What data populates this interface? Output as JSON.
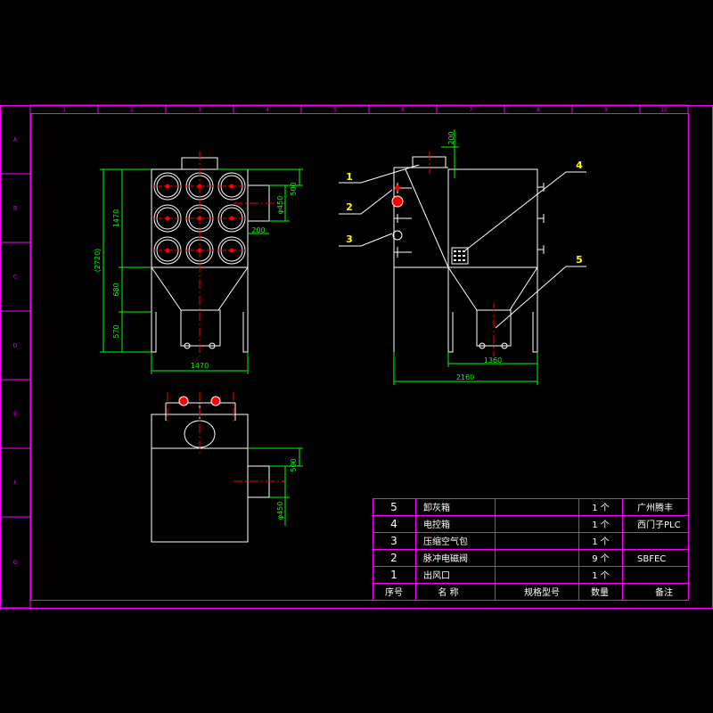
{
  "grid": {
    "columns": [
      "1",
      "2",
      "3",
      "4",
      "5",
      "6",
      "7",
      "8",
      "9",
      "10"
    ],
    "rows": [
      "A",
      "B",
      "C",
      "D",
      "E",
      "F",
      "G"
    ]
  },
  "dimensions": {
    "front_top_outlet": "500",
    "front_outlet_dia": "φ450",
    "front_box_height": "1470",
    "front_overall": "(2720)",
    "front_hopper_height": "680",
    "front_leg_height": "570",
    "front_offset": "200",
    "front_width": "1470",
    "side_top": "200",
    "side_inner_width": "1360",
    "side_overall_width": "2160",
    "plan_outlet_offset": "500",
    "plan_outlet_dia": "φ450"
  },
  "callouts": [
    "1",
    "2",
    "3",
    "4",
    "5"
  ],
  "parts_table": {
    "header": {
      "no": "序号",
      "name": "名 称",
      "spec": "规格型号",
      "qty": "数量",
      "note": "备注"
    },
    "rows": [
      {
        "no": "5",
        "name": "卸灰箱",
        "spec": "",
        "qty": "1 个",
        "note": "广州腾丰"
      },
      {
        "no": "4",
        "name": "电控箱",
        "spec": "",
        "qty": "1 个",
        "note": "西门子PLC"
      },
      {
        "no": "3",
        "name": "压缩空气包",
        "spec": "",
        "qty": "1 个",
        "note": ""
      },
      {
        "no": "2",
        "name": "脉冲电磁阀",
        "spec": "",
        "qty": "9 个",
        "note": "SBFEC"
      },
      {
        "no": "1",
        "name": "出风口",
        "spec": "",
        "qty": "1 个",
        "note": ""
      }
    ]
  },
  "colors": {
    "frame": "#ff00ff",
    "outline": "#ffffff",
    "dimension": "#00ff00",
    "centerline": "#ff0000",
    "callout": "#ffff00",
    "table_text": "#ffffff"
  }
}
